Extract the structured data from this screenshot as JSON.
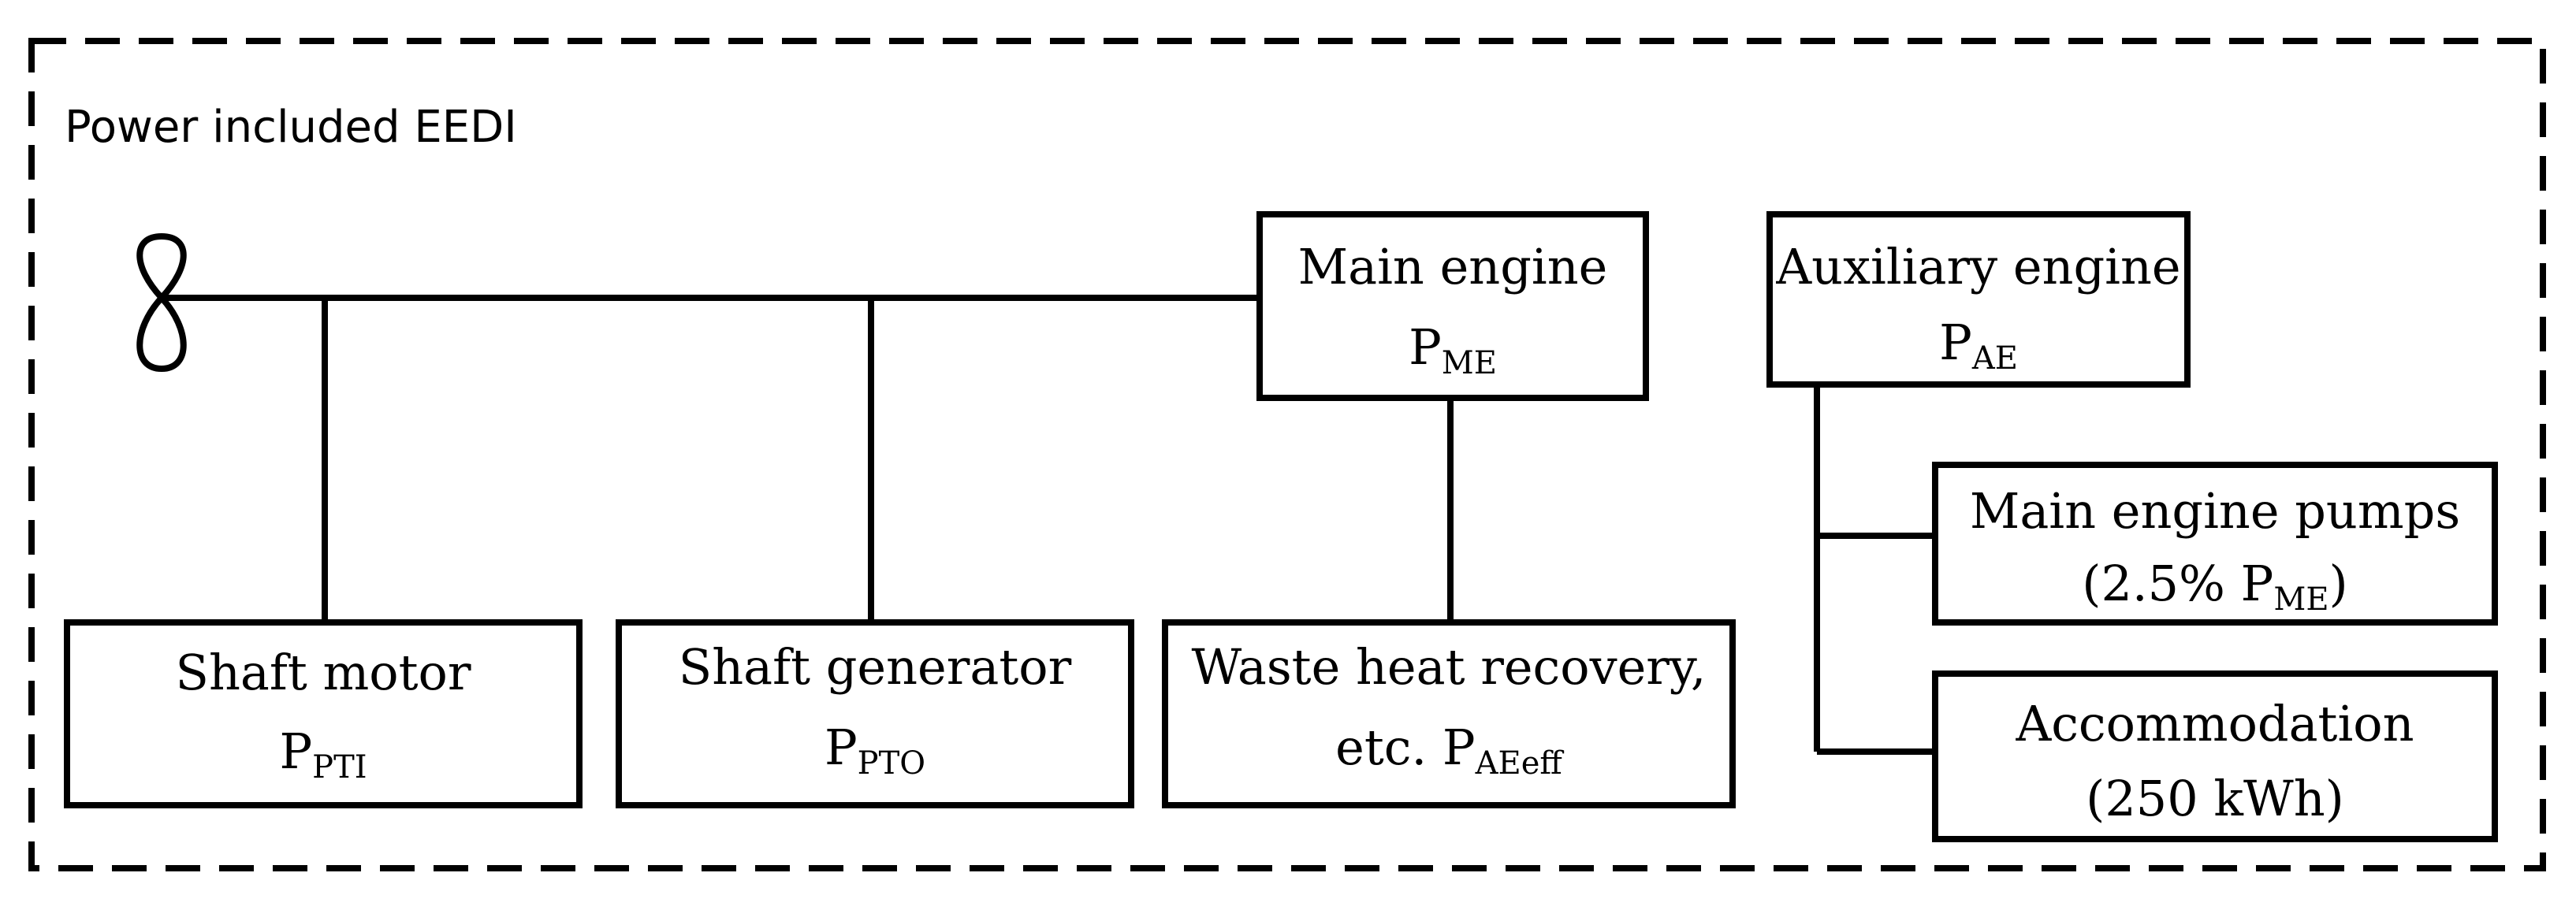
{
  "boundary": {
    "label": "Power included EEDI"
  },
  "icons": {
    "propeller": "propeller-icon"
  },
  "blocks": {
    "main_engine": {
      "line1": "Main engine",
      "symbol": "P",
      "subscript": "ME"
    },
    "auxiliary_engine": {
      "line1": "Auxiliary engine",
      "symbol": "P",
      "subscript": "AE"
    },
    "shaft_motor": {
      "line1": "Shaft motor",
      "symbol": "P",
      "subscript": "PTI"
    },
    "shaft_generator": {
      "line1": "Shaft generator",
      "symbol": "P",
      "subscript": "PTO"
    },
    "waste_heat": {
      "line1": "Waste heat recovery,",
      "prefix": "etc. P",
      "subscript": "AEeff"
    },
    "me_pumps": {
      "line1": "Main engine pumps",
      "prefix": "(2.5% P",
      "subscript": "ME",
      "suffix": ")"
    },
    "accommodation": {
      "line1": "Accommodation",
      "line2": "(250 kWh)"
    }
  }
}
